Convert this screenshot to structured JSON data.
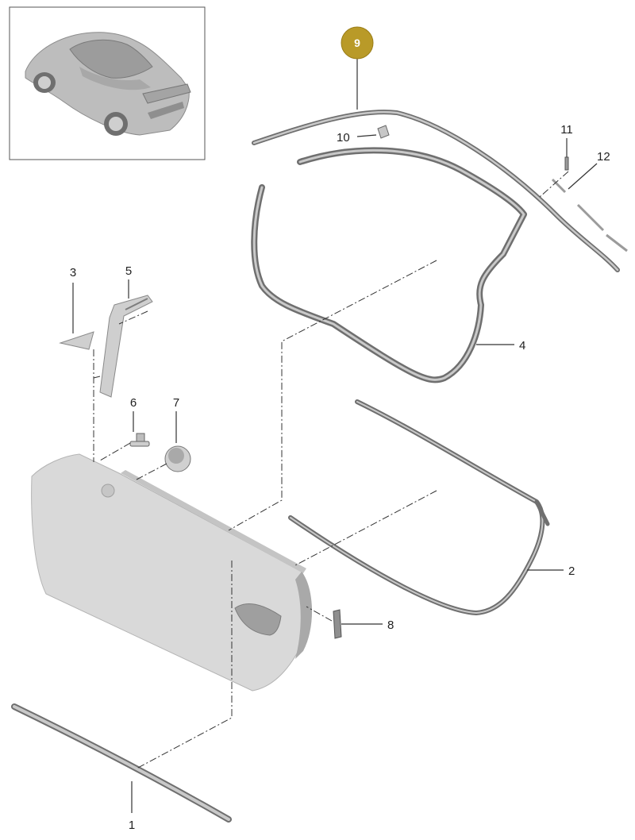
{
  "highlight": {
    "label": "9",
    "color": "#b99a28"
  },
  "callouts": {
    "c1": "1",
    "c2": "2",
    "c3": "3",
    "c4": "4",
    "c5": "5",
    "c6": "6",
    "c7": "7",
    "c8": "8",
    "c10": "10",
    "c11": "11",
    "c12": "12"
  },
  "thumbnail": {
    "icon": "car-thumbnail-icon"
  }
}
